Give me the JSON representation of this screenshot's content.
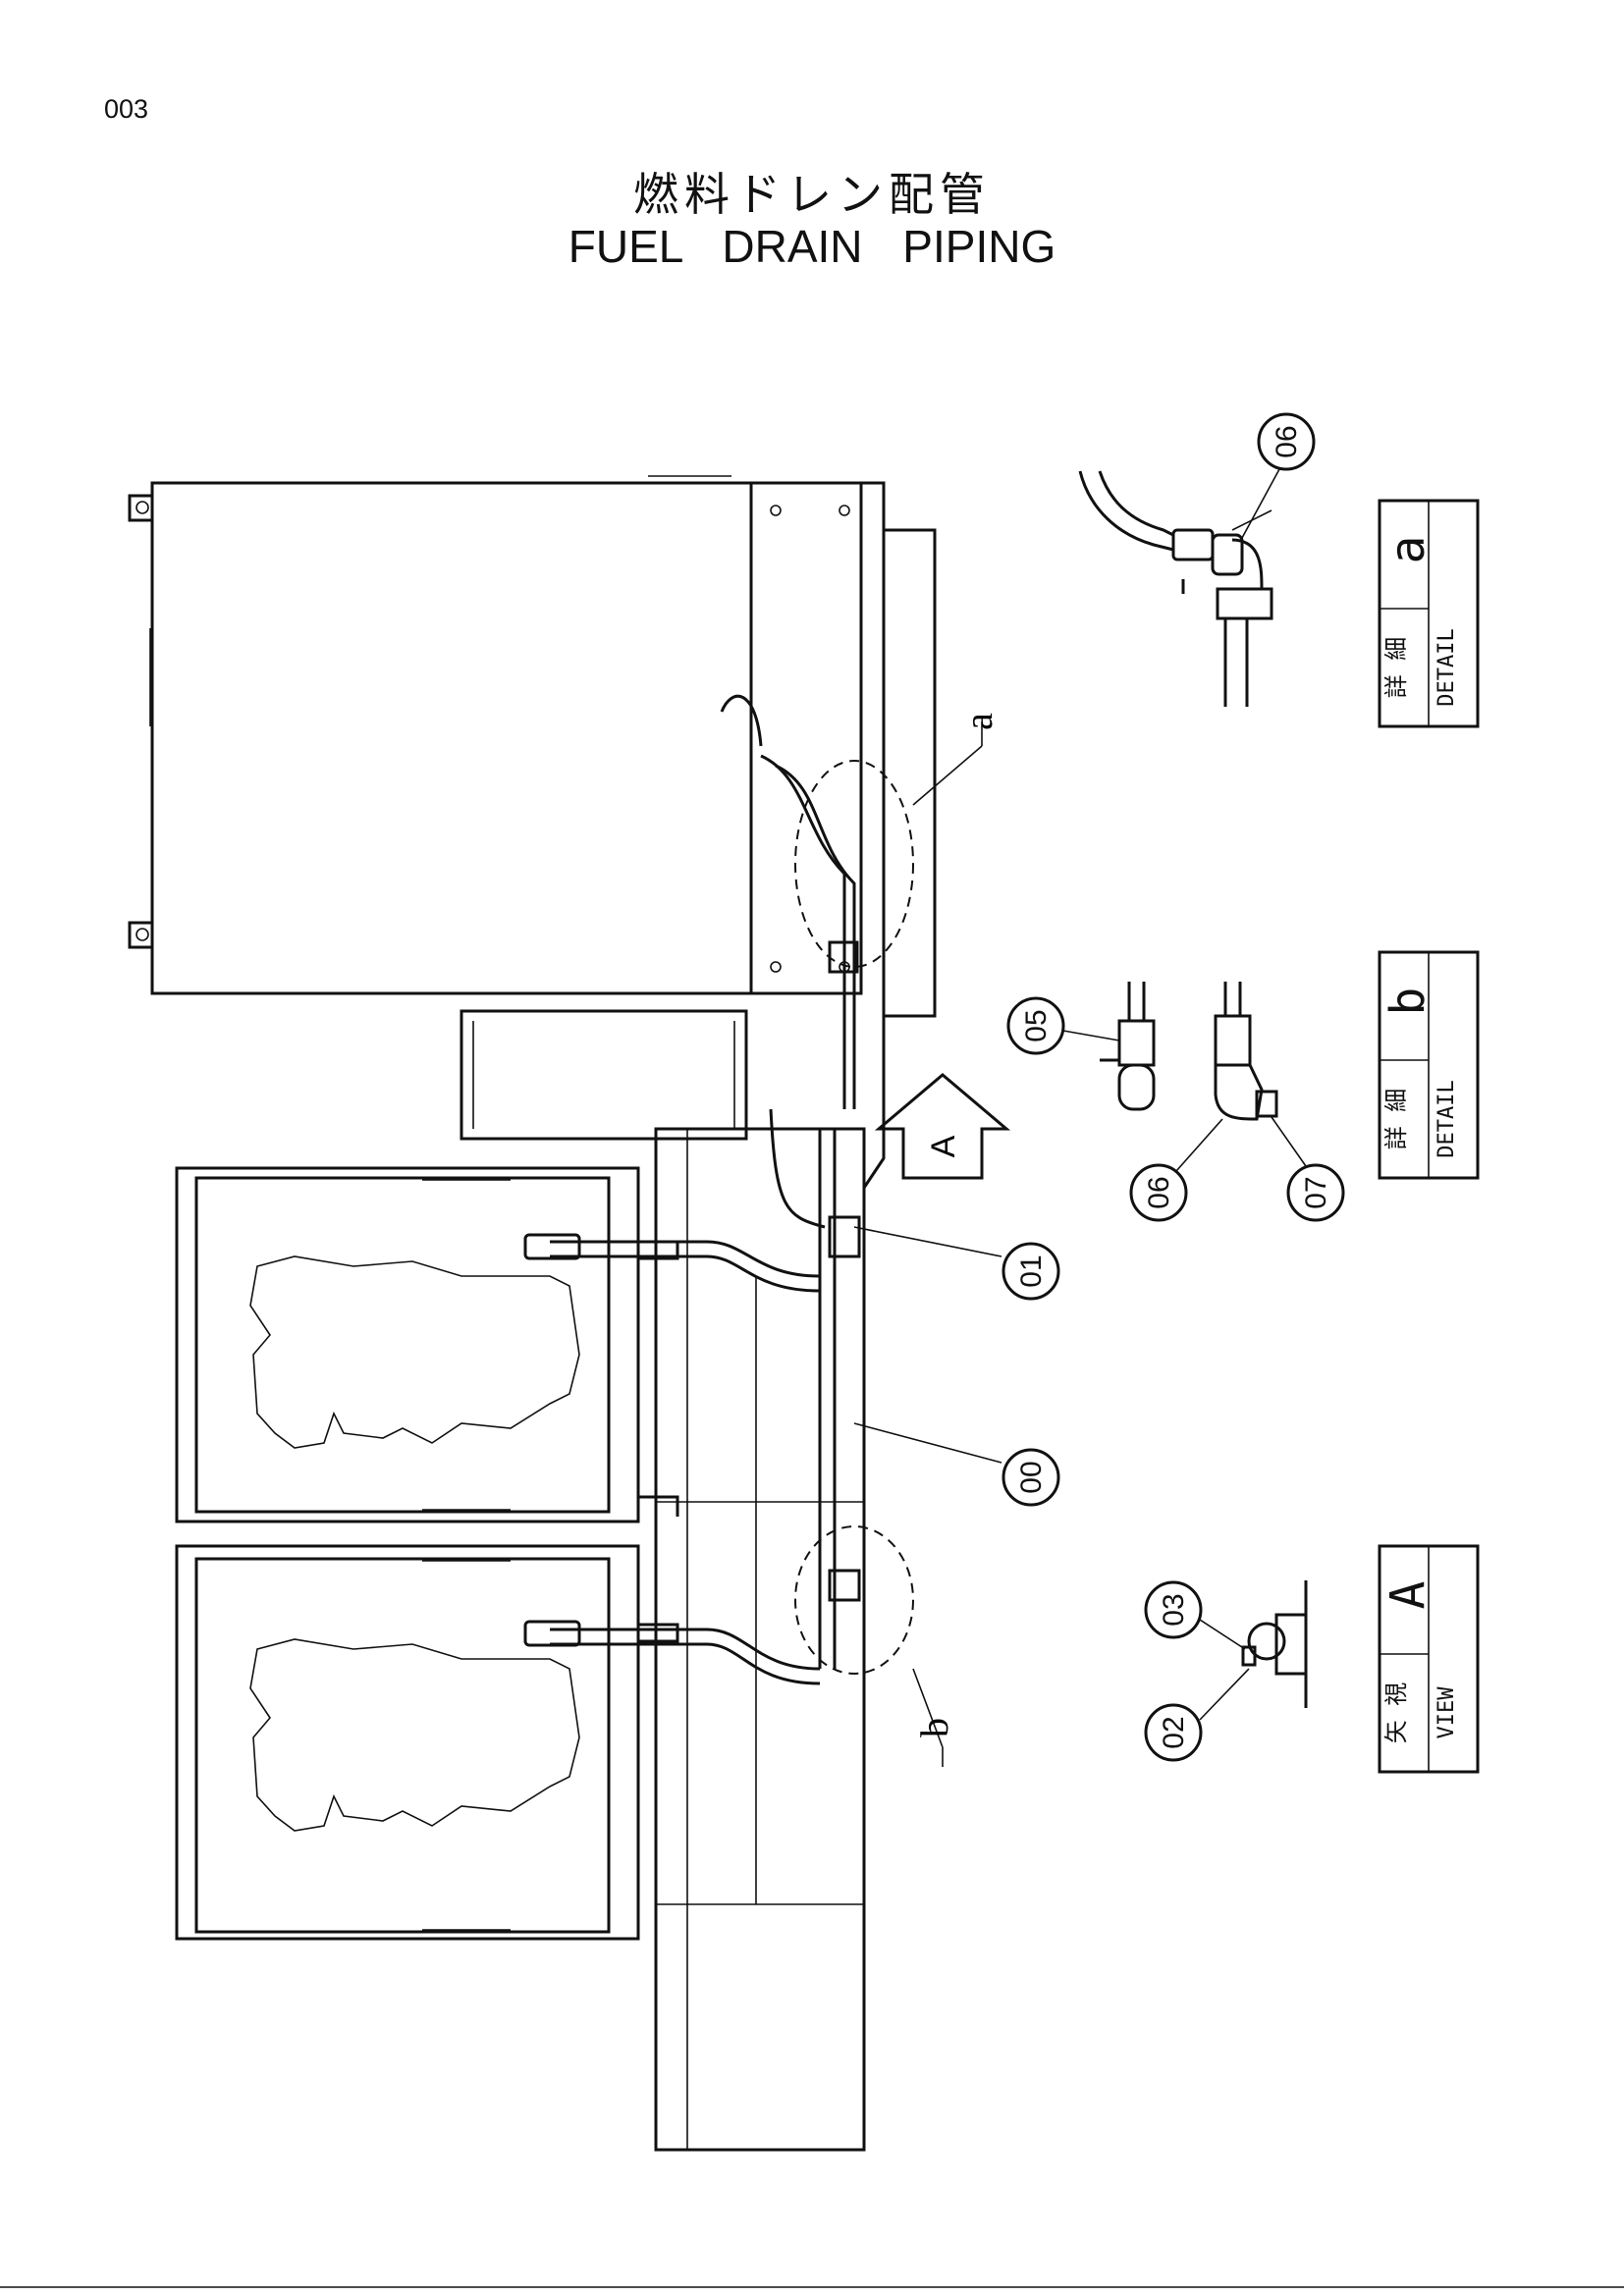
{
  "page_number": "003",
  "title_jp": "燃料ドレン配管",
  "title_en": "FUEL DRAIN PIPING",
  "callouts": {
    "c00": "00",
    "c01": "01",
    "c02": "02",
    "c03": "03",
    "c05": "05",
    "c06a": "06",
    "c06b": "06",
    "c07": "07"
  },
  "detail_letters": {
    "a": "a",
    "b": "b"
  },
  "view_letter": "A",
  "arrow_label": "A",
  "labels": {
    "detail_a": {
      "jp": "詳 細",
      "en": "DETAIL",
      "letter": "a"
    },
    "detail_b": {
      "jp": "詳 細",
      "en": "DETAIL",
      "letter": "b"
    },
    "view_a": {
      "jp": "矢 視",
      "en": "VIEW",
      "letter": "A"
    }
  }
}
